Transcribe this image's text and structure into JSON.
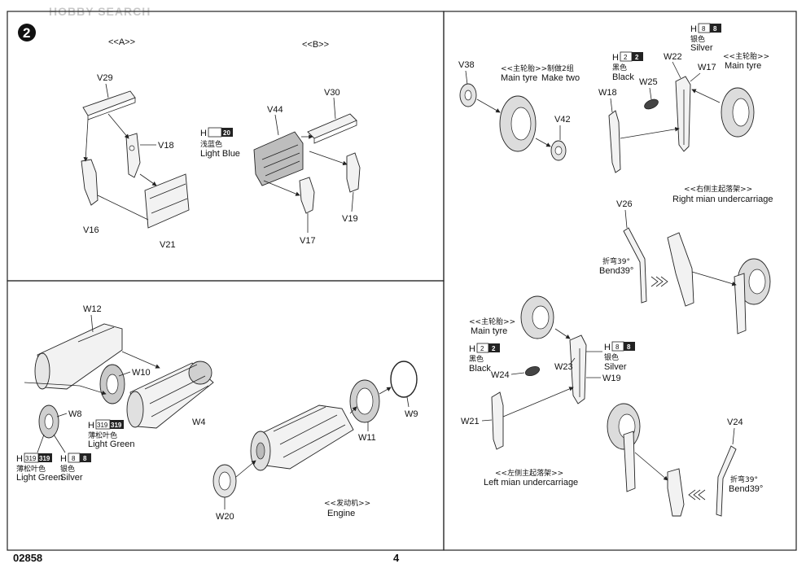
{
  "watermark": "HOBBY SEARCH",
  "step_number": "2",
  "footer": {
    "code": "02858",
    "page": "4"
  },
  "section_a": "<<A>>",
  "section_b": "<<B>>",
  "parts": {
    "v29": "V29",
    "v18": "V18",
    "v16": "V16",
    "v21": "V21",
    "v30": "V30",
    "v44": "V44",
    "v19": "V19",
    "v17": "V17",
    "v38": "V38",
    "v42": "V42",
    "w22": "W22",
    "w17": "W17",
    "w25": "W25",
    "w18": "W18",
    "v26": "V26",
    "w24": "W24",
    "w23": "W23",
    "w19": "W19",
    "w21": "W21",
    "v24": "V24",
    "w12": "W12",
    "w10": "W10",
    "w8": "W8",
    "w4": "W4",
    "w9": "W9",
    "w11": "W11",
    "w20": "W20"
  },
  "paints": {
    "h20": {
      "prefix": "H",
      "left": "",
      "right": "20",
      "cn": "浅蓝色",
      "en": "Light Blue"
    },
    "h2_right": {
      "prefix": "H",
      "left": "2",
      "right": "2",
      "cn": "黑色",
      "en": "Black"
    },
    "h8_right": {
      "prefix": "H",
      "left": "8",
      "right": "8",
      "cn": "银色",
      "en": "Silver"
    },
    "h2_left": {
      "prefix": "H",
      "left": "2",
      "right": "2",
      "cn": "黑色",
      "en": "Black"
    },
    "h8_left": {
      "prefix": "H",
      "left": "8",
      "right": "8",
      "cn": "银色",
      "en": "Silver"
    },
    "h319_a": {
      "prefix": "H",
      "left": "319",
      "right": "319",
      "cn": "薄松叶色",
      "en": "Light Green"
    },
    "h319_b": {
      "prefix": "H",
      "left": "319",
      "right": "319",
      "cn": "薄松叶色",
      "en": "Light Green"
    },
    "h8_engine": {
      "prefix": "H",
      "left": "8",
      "right": "8",
      "cn": "银色",
      "en": "Silver"
    }
  },
  "notes": {
    "main_tyre_1_cn": "<<主轮胎>>",
    "main_tyre_1_en": "Main tyre",
    "make_two_cn": "制做2组",
    "make_two_en": "Make two",
    "main_tyre_2_cn": "<<主轮胎>>",
    "main_tyre_2_en": "Main tyre",
    "right_uc_cn": "<<右侧主起落架>>",
    "right_uc_en": "Right mian undercarriage",
    "bend1_cn": "折弯39°",
    "bend1_en": "Bend39°",
    "main_tyre_3_cn": "<<主轮胎>>",
    "main_tyre_3_en": "Main tyre",
    "left_uc_cn": "<<左侧主起落架>>",
    "left_uc_en": "Left mian undercarriage",
    "bend2_cn": "折弯39°",
    "bend2_en": "Bend39°",
    "engine_cn": "<<发动机>>",
    "engine_en": "Engine"
  }
}
